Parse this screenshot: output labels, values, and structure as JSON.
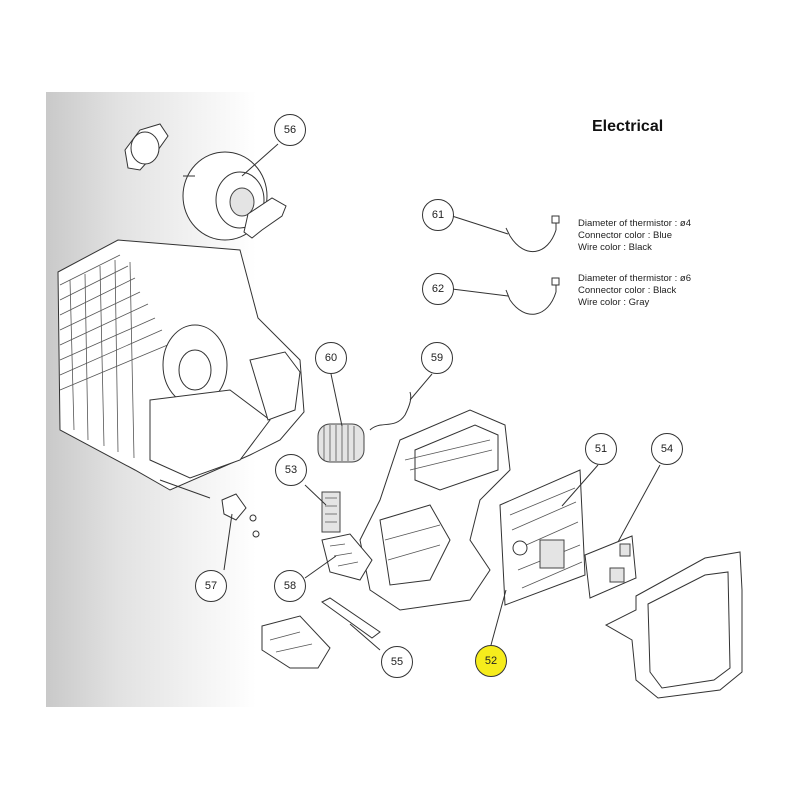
{
  "title": "Electrical",
  "thermistors": [
    {
      "callout": "61",
      "lines": [
        "Diameter of thermistor : ø4",
        "Connector color : Blue",
        "Wire color : Black"
      ]
    },
    {
      "callout": "62",
      "lines": [
        "Diameter of thermistor : ø6",
        "Connector color : Black",
        "Wire color : Gray"
      ]
    }
  ],
  "callouts": {
    "c51": "51",
    "c52": "52",
    "c53": "53",
    "c54": "54",
    "c55": "55",
    "c56": "56",
    "c57": "57",
    "c58": "58",
    "c59": "59",
    "c60": "60",
    "c61": "61",
    "c62": "62"
  },
  "highlight_color": "#f6ec1c",
  "highlighted_callout": "52"
}
